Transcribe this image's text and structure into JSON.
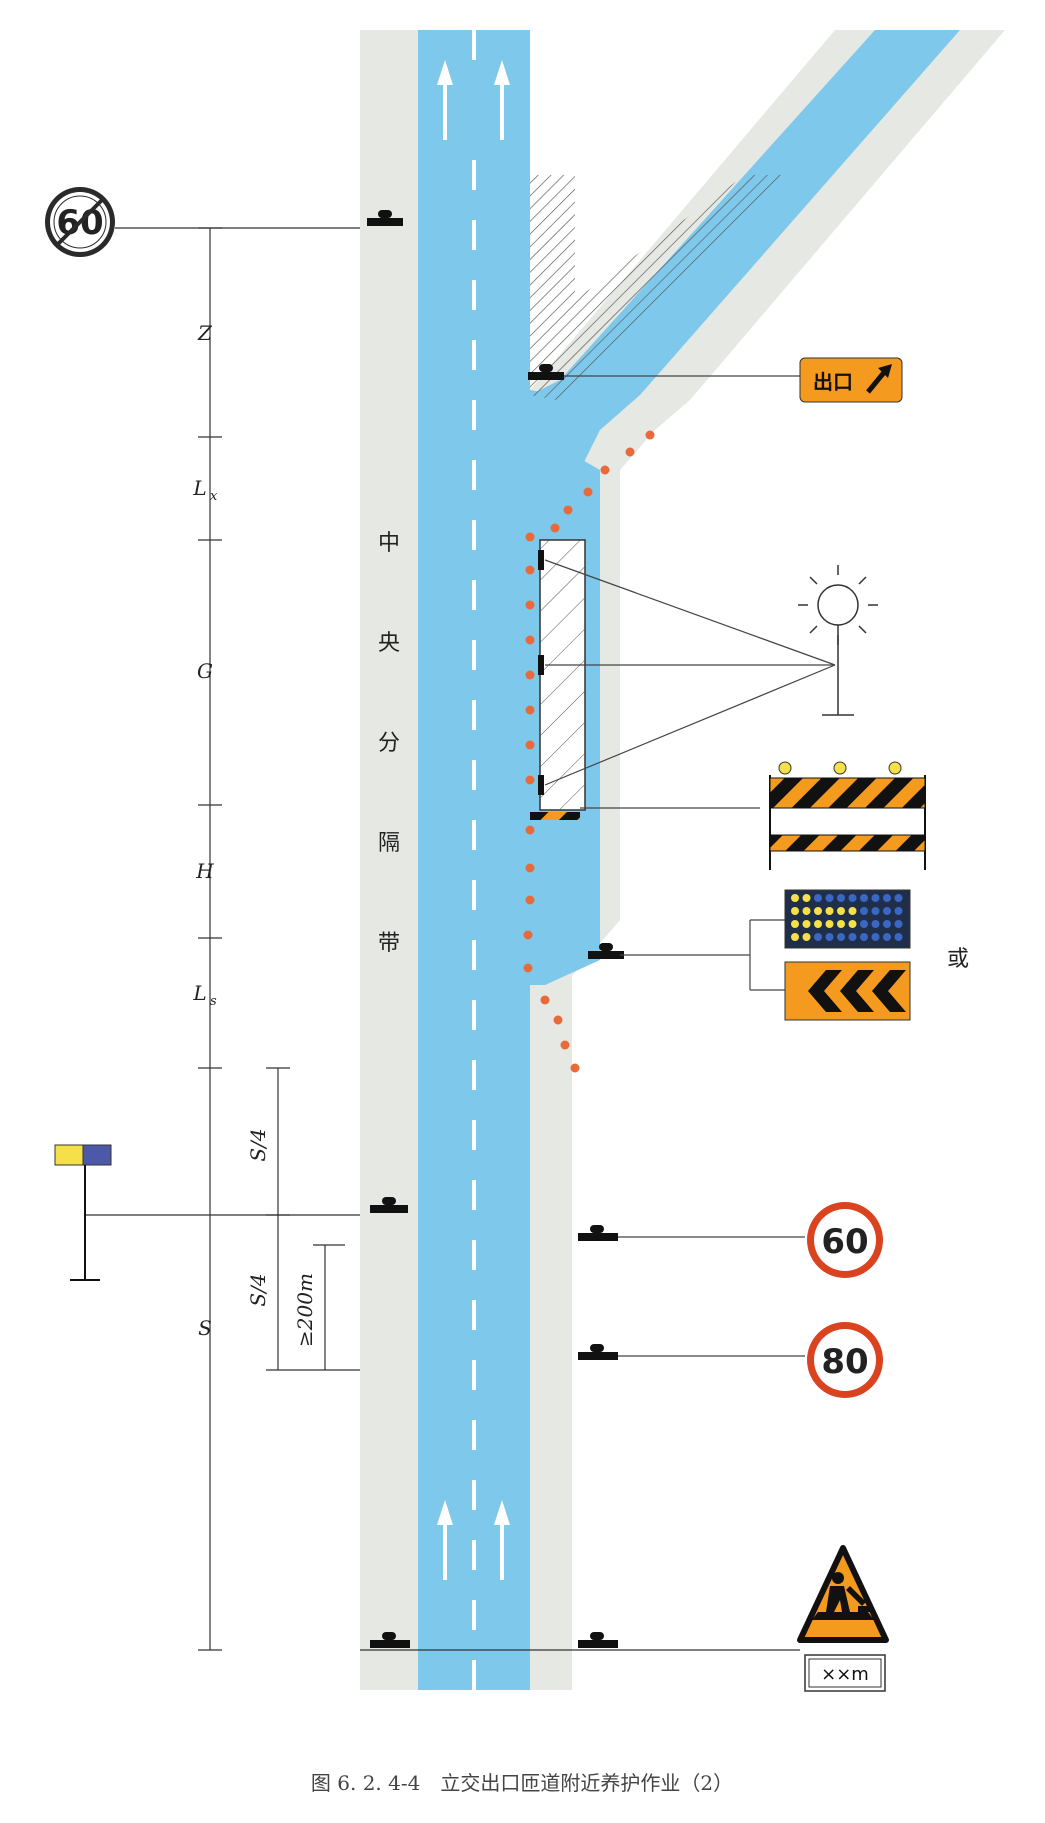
{
  "labels": {
    "dim_z": "Z",
    "dim_lx": "L",
    "dim_lx_sub": "x",
    "dim_g": "G",
    "dim_h": "H",
    "dim_ls": "L",
    "dim_ls_sub": "s",
    "dim_s": "S",
    "dim_s4_a": "S/4",
    "dim_s4_b": "S/4",
    "dim_200m": "≥200m",
    "median_chars": [
      "中",
      "央",
      "分",
      "隔",
      "带"
    ],
    "or_label": "或"
  },
  "signs": {
    "top_limit": "60",
    "exit_sign": "出口",
    "limit_60": "60",
    "limit_80": "80",
    "distance_plate": "××m"
  },
  "caption": "图 6. 2. 4-4　立交出口匝道附近养护作业（2）",
  "colors": {
    "lane_blue": "#7ec8ec",
    "shoulder_gray": "#e6e8e4",
    "exit_orange": "#f39a1f",
    "cone_orange": "#e86a3a",
    "limit_red": "#d9431f"
  }
}
